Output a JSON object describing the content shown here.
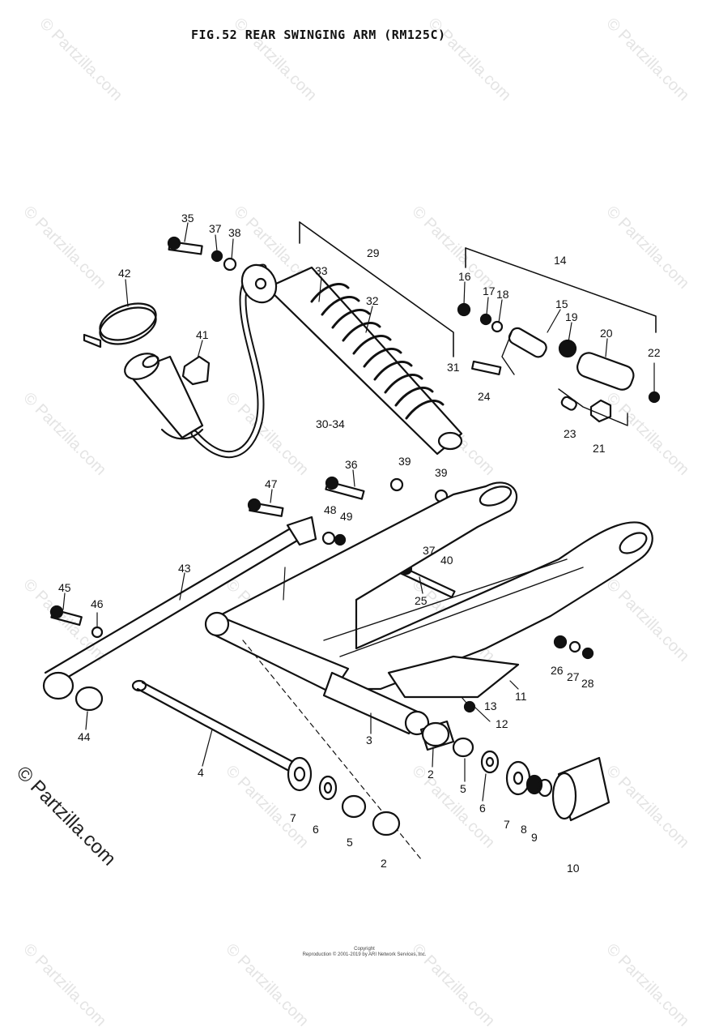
{
  "figure": {
    "title": "FIG.52  REAR SWINGING ARM (RM125C)"
  },
  "watermark": {
    "text": "© Partzilla.com",
    "main_text": "© Partzilla.com"
  },
  "footer": {
    "line1": "Copyright",
    "line2": "Reproduction © 2001-2019 by ARI Network Services, Inc."
  },
  "callouts": [
    "35",
    "37",
    "38",
    "42",
    "41",
    "33",
    "32",
    "29",
    "16",
    "17",
    "18",
    "15",
    "19",
    "20",
    "14",
    "22",
    "31",
    "24",
    "30-34",
    "23",
    "21",
    "36",
    "39",
    "39",
    "47",
    "48",
    "49",
    "37",
    "40",
    "43",
    "25",
    "45",
    "46",
    "26",
    "27",
    "28",
    "11",
    "13",
    "12",
    "44",
    "3",
    "4",
    "2",
    "5",
    "6",
    "7",
    "6",
    "5",
    "2",
    "7",
    "8",
    "9",
    "10"
  ]
}
